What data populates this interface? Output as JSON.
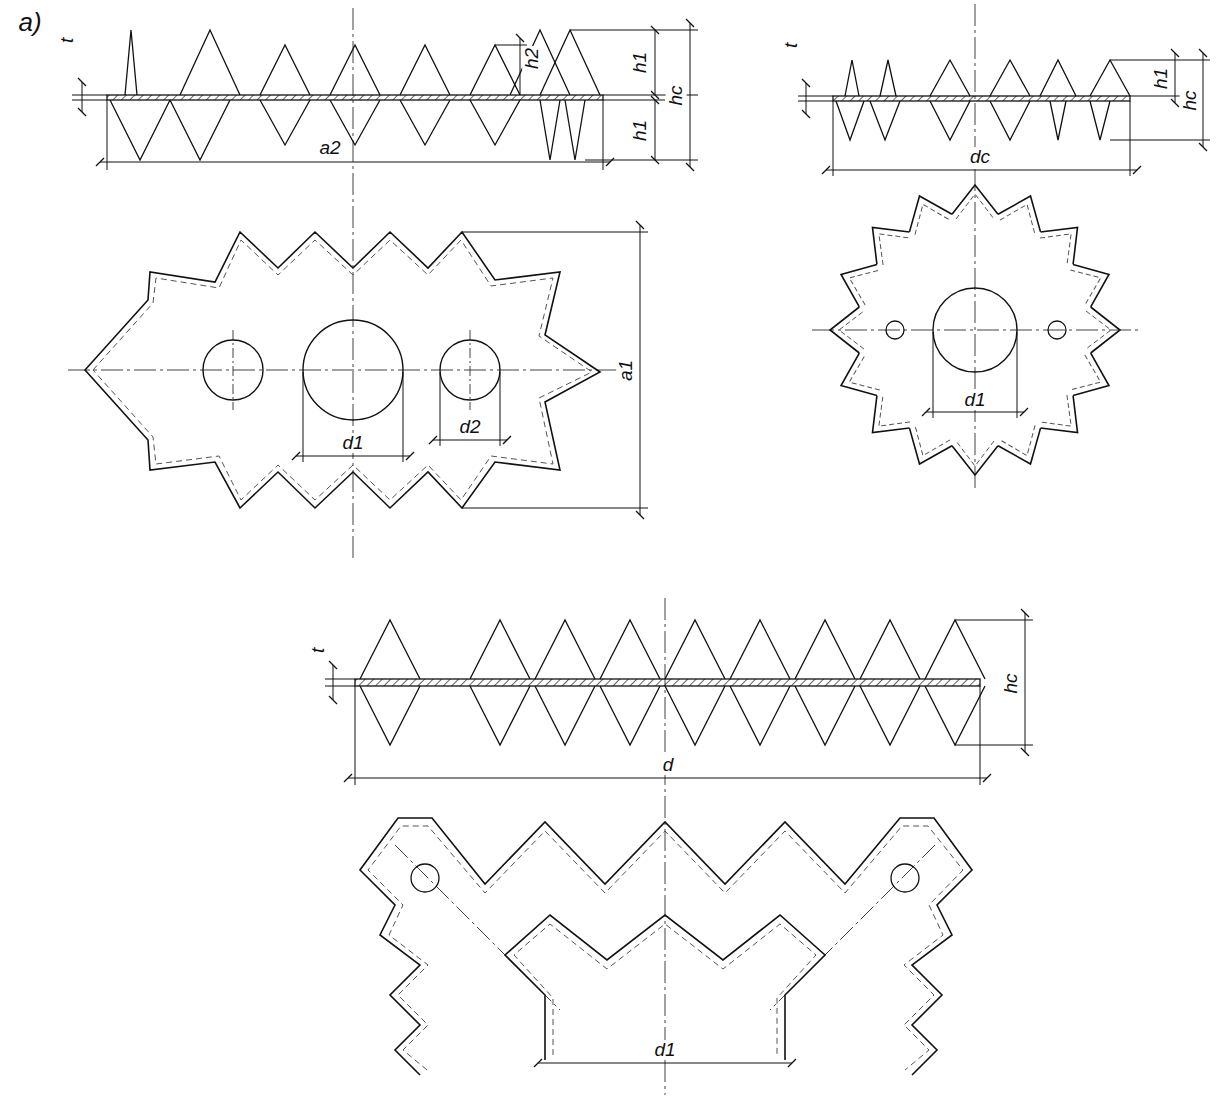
{
  "diagram": {
    "labels": [
      "a)",
      "t",
      "h2",
      "h1",
      "h1",
      "hc",
      "a2",
      "a1",
      "d1",
      "d2",
      "t",
      "h1",
      "hc",
      "dc",
      "d1",
      "t",
      "hc",
      "d",
      "d1"
    ]
  }
}
